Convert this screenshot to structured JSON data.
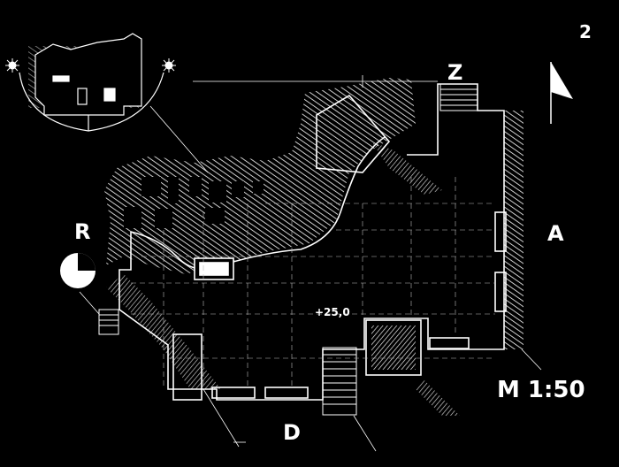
{
  "sheet": {
    "number": "2",
    "scale": "M 1:50"
  },
  "orientation": {
    "z": "Z",
    "r": "R",
    "a": "A",
    "d": "D"
  },
  "annotations": {
    "level": "+25,0"
  },
  "colors": {
    "background": "#000000",
    "ink": "#ffffff"
  },
  "icons": [
    "north-flag-icon",
    "sun-icon",
    "hatching-texture"
  ]
}
